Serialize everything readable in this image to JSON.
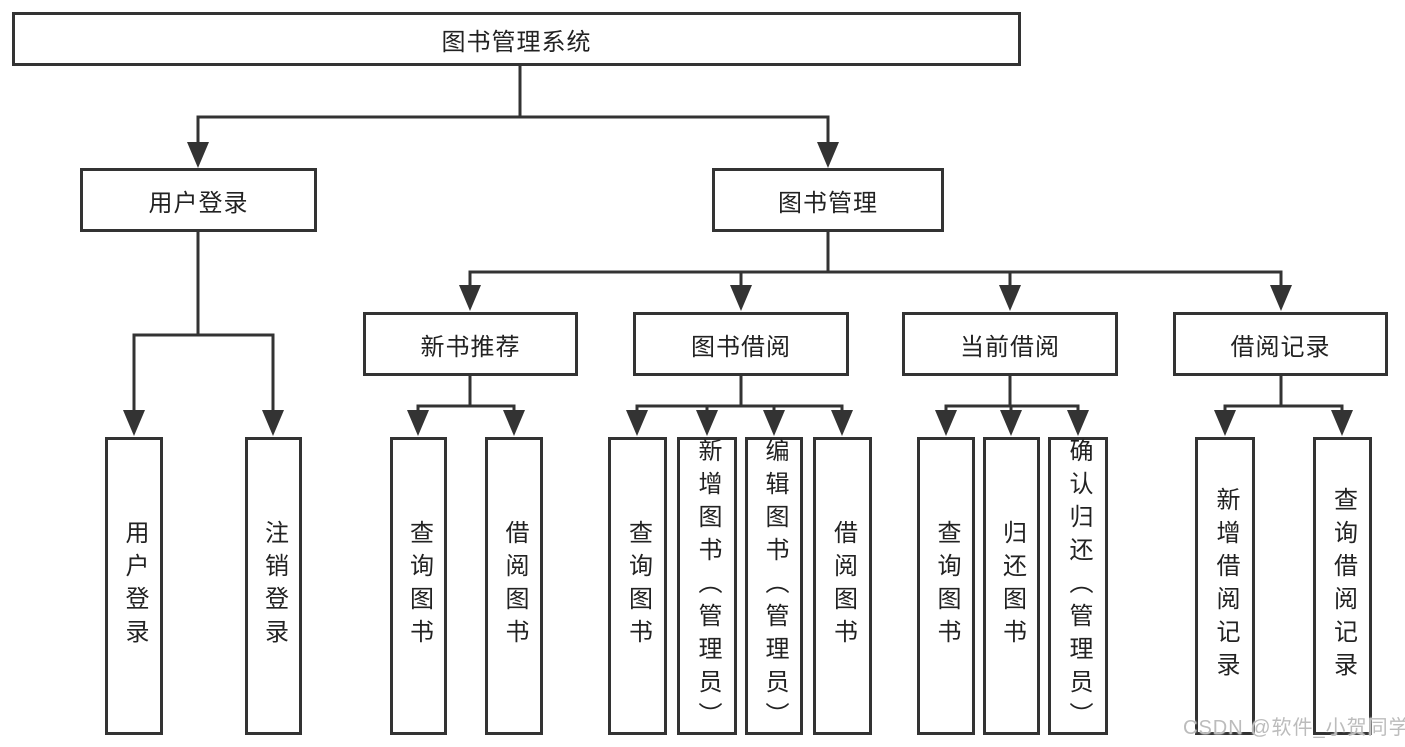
{
  "colors": {
    "line": "#333333",
    "box_border": "#333333",
    "text": "#222222",
    "background": "#ffffff",
    "watermark": "#bcbcbc"
  },
  "tree": {
    "root": {
      "label": "图书管理系统"
    },
    "branches": [
      {
        "label": "用户登录",
        "children": [
          {
            "label": "用户登录"
          },
          {
            "label": "注销登录"
          }
        ]
      },
      {
        "label": "图书管理",
        "children": [
          {
            "label": "新书推荐",
            "children": [
              {
                "label": "查询图书"
              },
              {
                "label": "借阅图书"
              }
            ]
          },
          {
            "label": "图书借阅",
            "children": [
              {
                "label": "查询图书"
              },
              {
                "label": "新增图书（管理员）"
              },
              {
                "label": "编辑图书（管理员）"
              },
              {
                "label": "借阅图书"
              }
            ]
          },
          {
            "label": "当前借阅",
            "children": [
              {
                "label": "查询图书"
              },
              {
                "label": "归还图书"
              },
              {
                "label": "确认归还（管理员）"
              }
            ]
          },
          {
            "label": "借阅记录",
            "children": [
              {
                "label": "新增借阅记录"
              },
              {
                "label": "查询借阅记录"
              }
            ]
          }
        ]
      }
    ]
  },
  "watermark": {
    "text": "CSDN @软件_小贺同学"
  }
}
